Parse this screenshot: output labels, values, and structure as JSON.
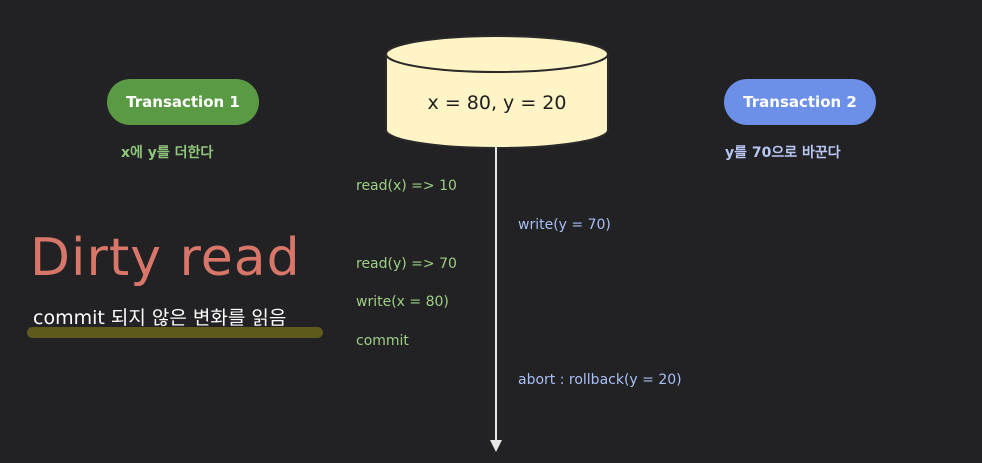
{
  "database": {
    "label": "x = 80, y = 20"
  },
  "transaction1": {
    "label": "Transaction 1",
    "caption": "x에 y를 더한다",
    "color": "#5a9a45"
  },
  "transaction2": {
    "label": "Transaction 2",
    "caption": "y를 70으로 바꾼다",
    "color": "#6c8fe8"
  },
  "title": "Dirty read",
  "subtitle": "commit 되지 않은 변화를 읽음",
  "steps_t1": [
    "read(x) => 10",
    "read(y) => 70",
    "write(x = 80)",
    "commit"
  ],
  "steps_t2": [
    "write(y = 70)",
    "abort : rollback(y = 20)"
  ]
}
